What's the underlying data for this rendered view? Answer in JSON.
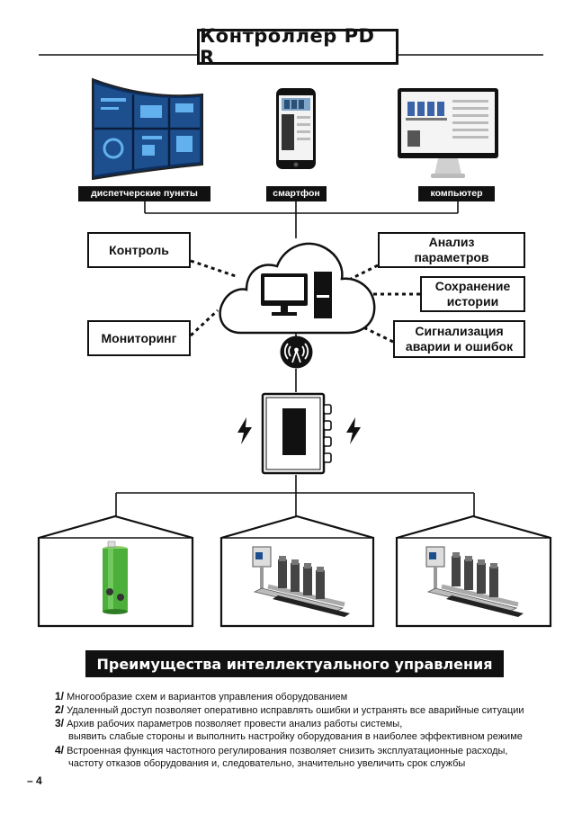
{
  "title": "Контроллер PD R",
  "devices": [
    {
      "label": "диспетчерские пункты",
      "icon": "curved-monitor-wall"
    },
    {
      "label": "смартфон",
      "icon": "smartphone"
    },
    {
      "label": "компьютер",
      "icon": "desktop-computer"
    }
  ],
  "functions": {
    "control": "Контроль",
    "monitoring": "Мониторинг",
    "analysis": [
      "Анализ",
      "параметров"
    ],
    "history": [
      "Сохранение",
      "истории"
    ],
    "alarm": [
      "Сигнализация",
      "аварии и ошибок"
    ]
  },
  "equipment": [
    {
      "icon": "borehole-pump-station"
    },
    {
      "icon": "booster-pump-set"
    },
    {
      "icon": "booster-pump-set"
    }
  ],
  "advantages": {
    "heading": "Преимущества интеллектуального управления",
    "items": [
      {
        "num": "1/",
        "lines": [
          "Многообразие схем и вариантов управления оборудованием"
        ]
      },
      {
        "num": "2/",
        "lines": [
          "Удаленный доступ позволяет оперативно исправлять ошибки и устранять все аварийные ситуации"
        ]
      },
      {
        "num": "3/",
        "lines": [
          "Архив рабочих параметров позволяет провести анализ работы системы,",
          "выявить слабые стороны и выполнить настройку оборудования в наиболее эффективном режиме"
        ]
      },
      {
        "num": "4/",
        "lines": [
          "Встроенная функция частотного регулирования позволяет снизить эксплуатационные расходы,",
          "частоту отказов оборудования и, следовательно, значительно увеличить срок службы"
        ]
      }
    ]
  },
  "page_number": "4",
  "colors": {
    "ink": "#111111",
    "screen_blue": "#1d4f8f",
    "pump_green": "#4caf3c"
  }
}
